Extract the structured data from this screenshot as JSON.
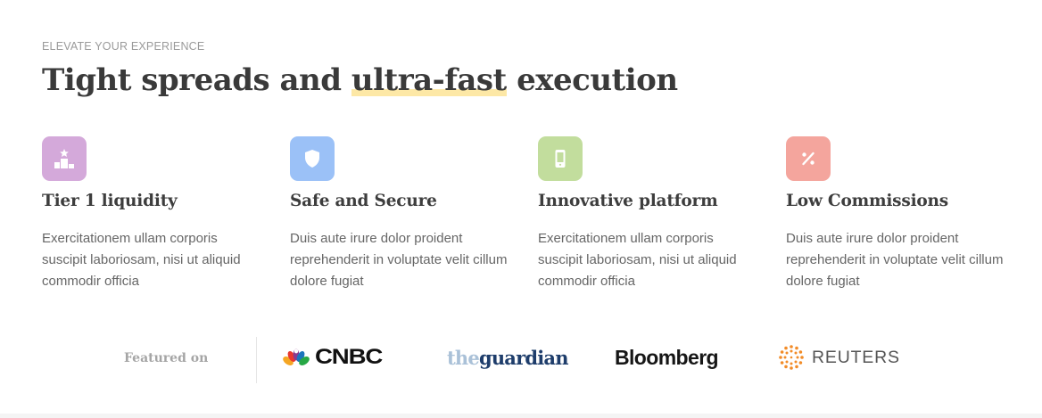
{
  "section": {
    "eyebrow": "ELEVATE YOUR EXPERIENCE",
    "headline_before": "Tight spreads and ",
    "headline_highlight": "ultra-fast",
    "headline_after": " execution",
    "highlight_color": "#fde8a6"
  },
  "features": [
    {
      "icon": "podium-icon",
      "icon_bg": "#d4a9da",
      "title": "Tier 1 liquidity",
      "description": "Exercitationem ullam corporis suscipit laboriosam, nisi ut aliquid commodir officia"
    },
    {
      "icon": "shield-icon",
      "icon_bg": "#9bc1f7",
      "title": "Safe and Secure",
      "description": "Duis aute irure dolor proident reprehenderit in voluptate velit cillum dolore fugiat"
    },
    {
      "icon": "mobile-phone-icon",
      "icon_bg": "#c2dd9d",
      "title": "Innovative platform",
      "description": "Exercitationem ullam corporis suscipit laboriosam, nisi ut aliquid commodir officia"
    },
    {
      "icon": "percent-icon",
      "icon_bg": "#f4a59d",
      "title": "Low Commissions",
      "description": "Duis aute irure dolor proident reprehenderit in voluptate velit cillum dolore fugiat"
    }
  ],
  "featured": {
    "label": "Featured on",
    "logos": {
      "cnbc": "CNBC",
      "guardian_the": "the",
      "guardian_main": "guardian",
      "bloomberg": "Bloomberg",
      "reuters": "REUTERS"
    }
  }
}
